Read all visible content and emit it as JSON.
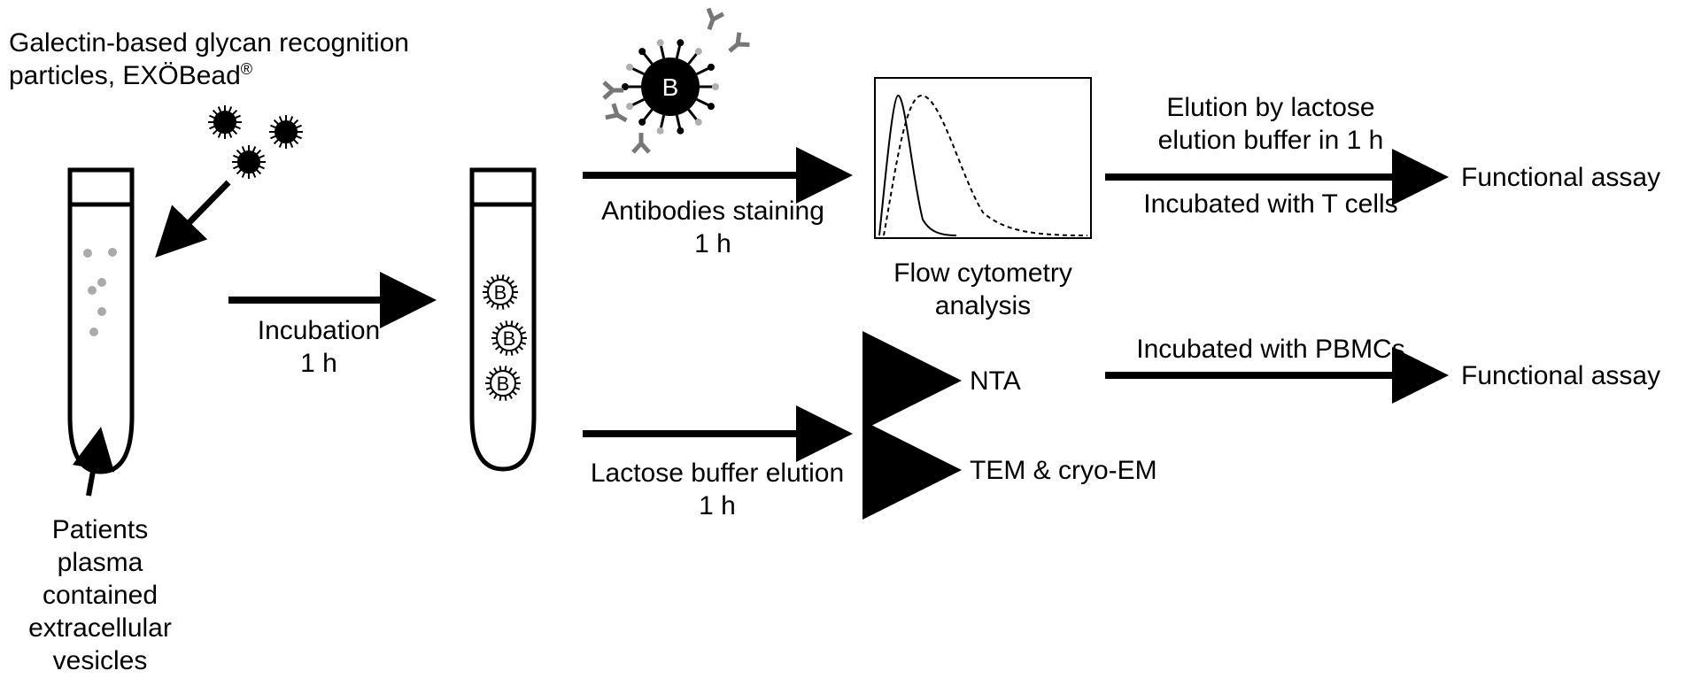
{
  "labels": {
    "particles_title_line1": "Galectin-based glycan recognition",
    "particles_title_line2": "particles, EXÖBead",
    "particles_title_sup": "®",
    "patients_line1": "Patients",
    "patients_line2": "plasma",
    "patients_line3": "contained",
    "patients_line4": "extracellular",
    "patients_line5": "vesicles",
    "incubation_line1": "Incubation",
    "incubation_line2": "1 h",
    "antibodies_line1": "Antibodies staining",
    "antibodies_line2": "1 h",
    "flow_line1": "Flow cytometry",
    "flow_line2": "analysis",
    "elution_line1": "Elution by lactose",
    "elution_line2": "elution buffer in 1 h",
    "tcells": "Incubated with T cells",
    "functional_assay_1": "Functional assay",
    "pbmcs": "Incubated with PBMCs",
    "functional_assay_2": "Functional assay",
    "nta": "NTA",
    "tem": "TEM & cryo-EM",
    "lactose_line1": "Lactose buffer elution",
    "lactose_line2": "1 h",
    "bead_letter": "B"
  }
}
